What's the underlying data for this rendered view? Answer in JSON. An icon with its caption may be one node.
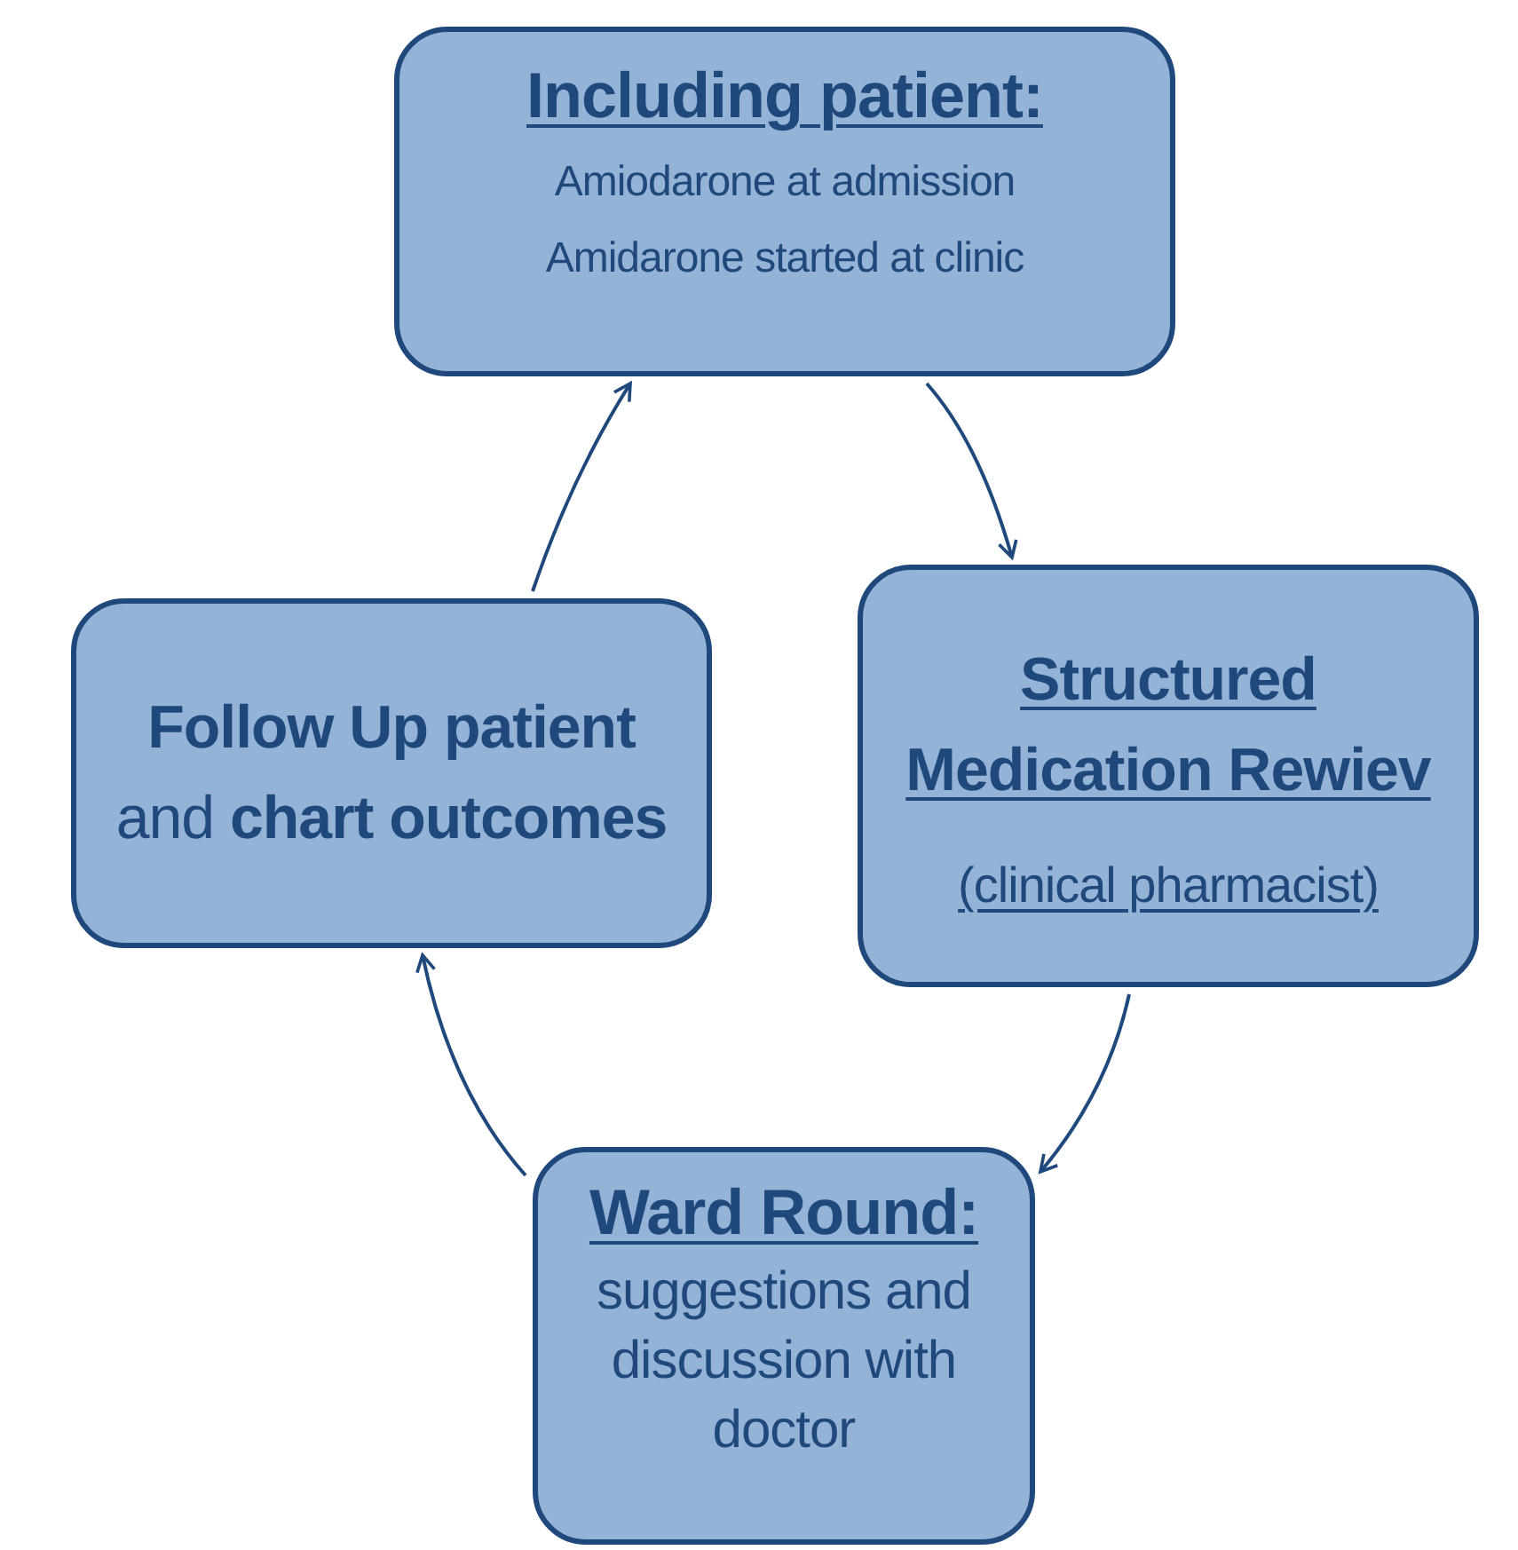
{
  "diagram": {
    "nodes": [
      {
        "text": [
          "Including patient:",
          "Amiodarone at admission",
          "Amidarone started at clinic"
        ]
      },
      {
        "text": [
          "Structured Medication Rewiev",
          "(clinical pharmacist)"
        ]
      },
      {
        "text": [
          "Ward Round:",
          "suggestions and discussion with doctor"
        ]
      },
      {
        "text": [
          "**Follow Up patient** and **chart outcomes**"
        ]
      }
    ],
    "edges": [
      {
        "from": 0,
        "to": 1,
        "arrow": "to"
      },
      {
        "from": 1,
        "to": 2,
        "arrow": "to"
      },
      {
        "from": 2,
        "to": 3,
        "arrow": "to"
      },
      {
        "from": 3,
        "to": 0,
        "arrow": "to"
      }
    ]
  }
}
